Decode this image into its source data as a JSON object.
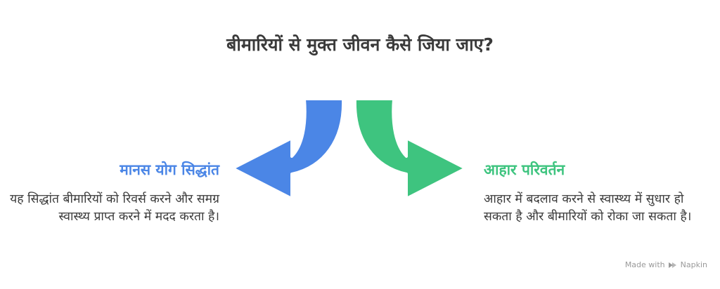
{
  "title": "बीमारियों से मुक्त जीवन कैसे जिया जाए?",
  "left": {
    "heading": "मानस योग सिद्धांत",
    "description": "यह सिद्धांत बीमारियों को रिवर्स करने और समग्र स्वास्थ्य प्राप्त करने में मदद करता है।",
    "color": "#4b86e6"
  },
  "right": {
    "heading": "आहार परिवर्तन",
    "description": "आहार में बदलाव करने से स्वास्थ्य में सुधार हो सकता है और बीमारियों को रोका जा सकता है।",
    "color": "#3ec47f"
  },
  "footer": {
    "made_with": "Made with",
    "brand": "Napkin",
    "icon": "napkin-logo-icon"
  },
  "colors": {
    "text": "#3a3a3a",
    "footer": "#9a9a9a"
  }
}
